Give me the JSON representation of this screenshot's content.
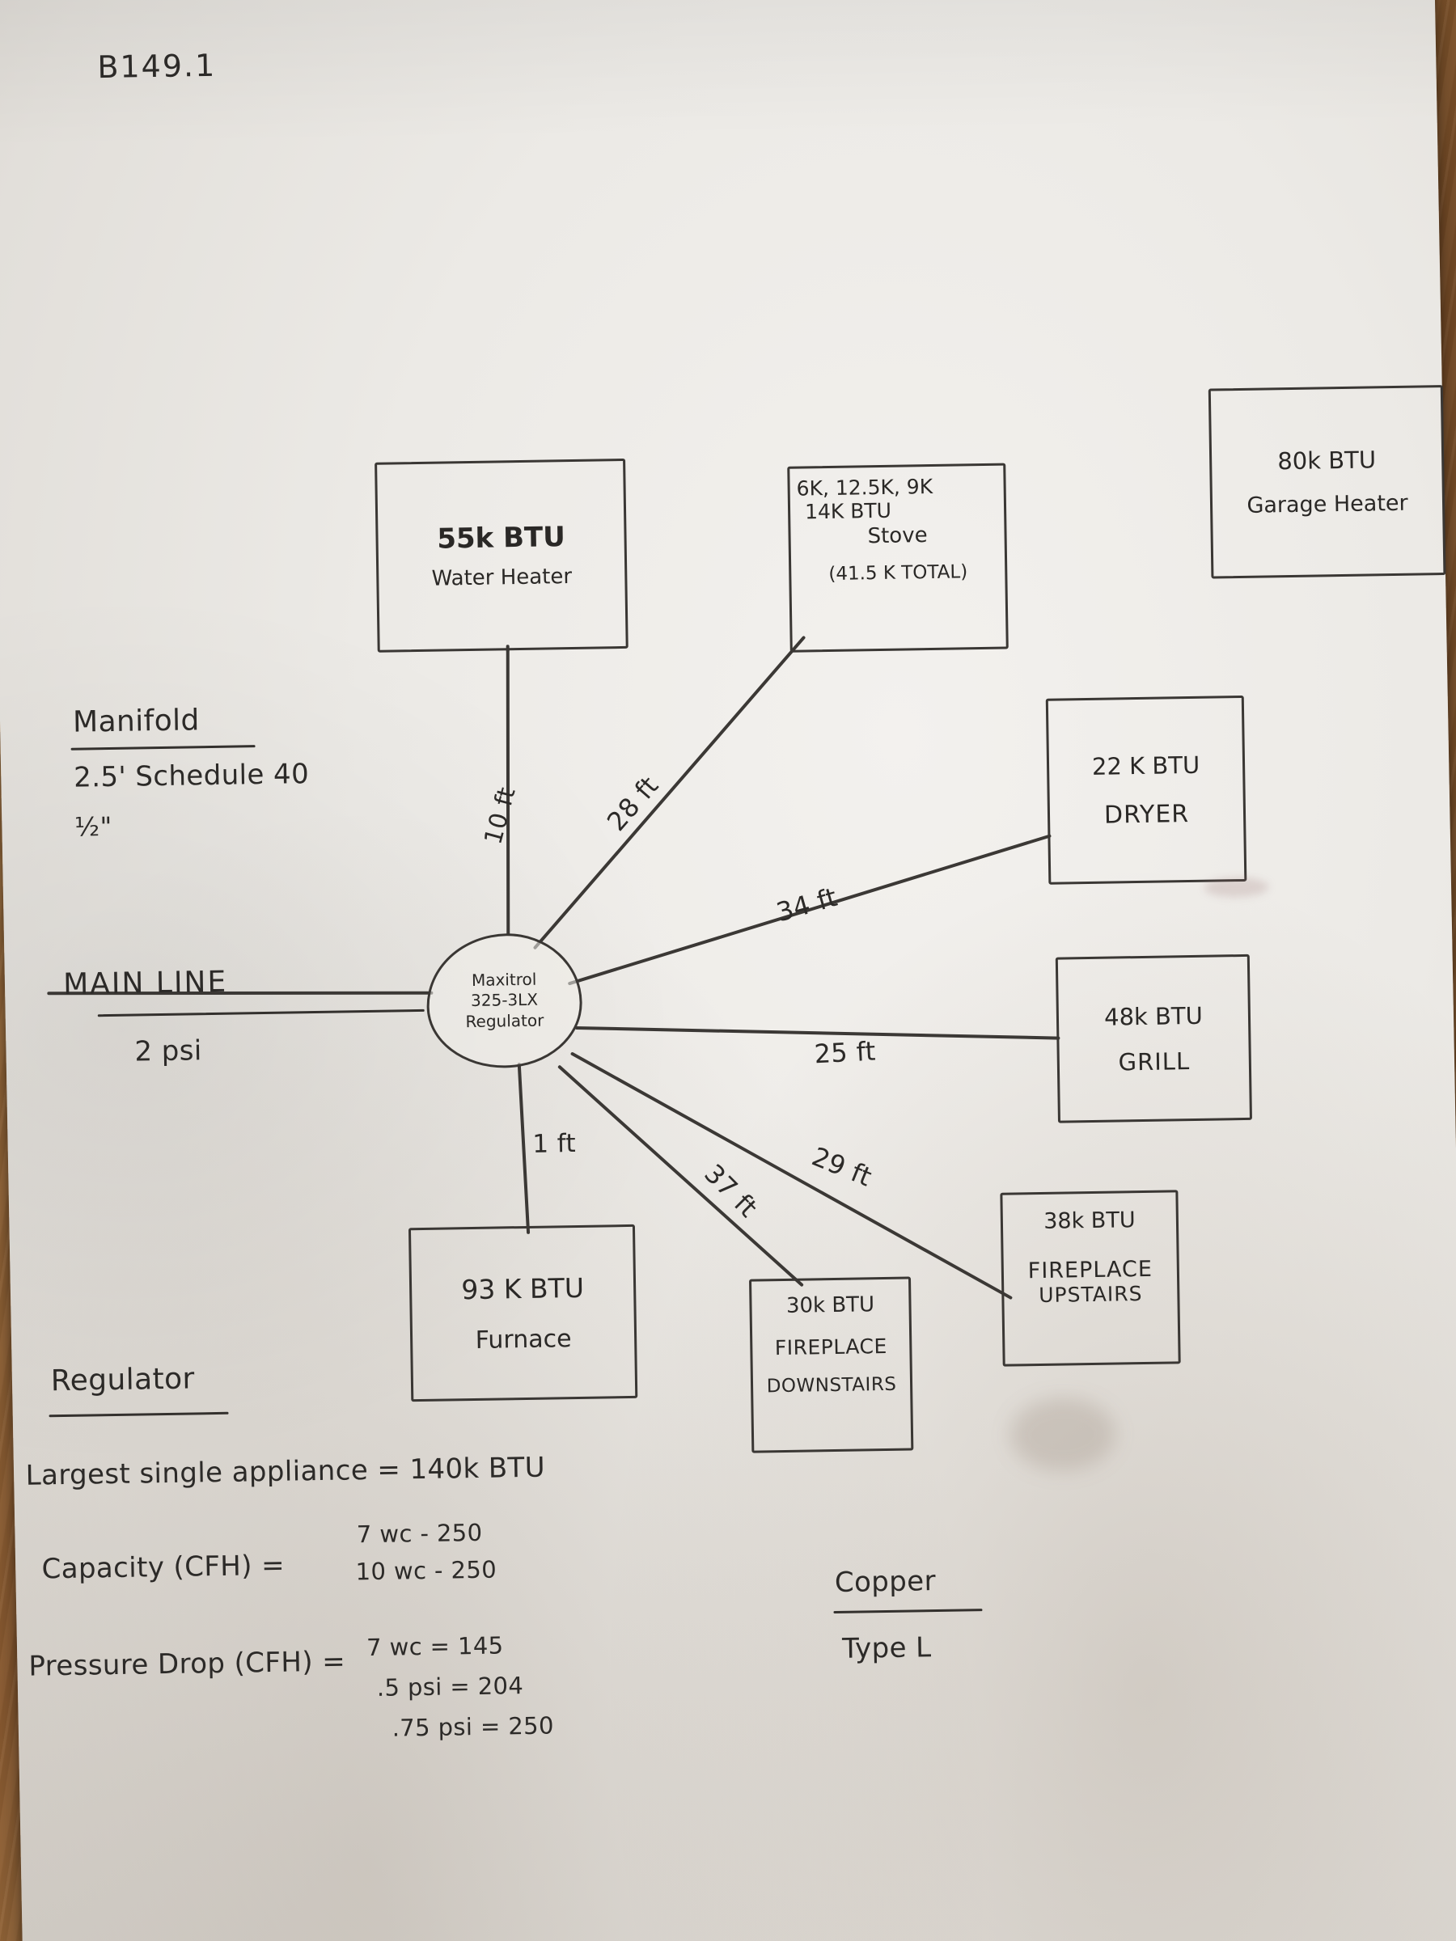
{
  "sheet": {
    "code_label": "B149.1"
  },
  "regulator_node": {
    "brand": "Maxitrol",
    "model": "325-3LX",
    "type": "Regulator"
  },
  "notes": {
    "manifold": {
      "heading": "Manifold",
      "line1": "2.5' Schedule 40",
      "line2": "½\""
    },
    "main_line": {
      "heading": "MAIN LINE",
      "value": "2 psi"
    },
    "regulator": {
      "heading": "Regulator",
      "largest_appliance": "Largest single appliance = 140k BTU",
      "capacity_label": "Capacity (CFH) =",
      "capacity_rows": [
        "7 wc - 250",
        "10 wc - 250"
      ],
      "pressure_drop_label": "Pressure Drop (CFH) =",
      "pressure_drop_rows": [
        "7 wc = 145",
        ".5 psi = 204",
        ".75 psi = 250"
      ]
    },
    "pipe_material": {
      "heading": "Copper",
      "value": "Type L"
    }
  },
  "appliances": [
    {
      "id": "water-heater",
      "lines": [
        "55k BTU",
        "Water Heater"
      ],
      "btu": "55k BTU",
      "name": "Water Heater",
      "run_length": "10 ft"
    },
    {
      "id": "stove",
      "lines": [
        "6K, 12.5K, 9K",
        "14K BTU",
        "Stove",
        "(41.5 K TOTAL)"
      ],
      "btu": "41.5 K TOTAL",
      "name": "Stove",
      "burners": "6K, 12.5K, 9K, 14K BTU",
      "run_length": "28 ft"
    },
    {
      "id": "dryer",
      "lines": [
        "22 K BTU",
        "DRYER"
      ],
      "btu": "22 K BTU",
      "name": "DRYER",
      "run_length": "34 ft"
    },
    {
      "id": "grill",
      "lines": [
        "48k BTU",
        "GRILL"
      ],
      "btu": "48k BTU",
      "name": "GRILL",
      "run_length": "25 ft"
    },
    {
      "id": "fireplace-upstairs",
      "lines": [
        "38k BTU",
        "FIREPLACE",
        "UPSTAIRS"
      ],
      "btu": "38k BTU",
      "name": "FIREPLACE UPSTAIRS",
      "run_length": "29 ft"
    },
    {
      "id": "fireplace-downstairs",
      "lines": [
        "30k BTU",
        "FIREPLACE",
        "DOWNSTAIRS"
      ],
      "btu": "30k BTU",
      "name": "FIREPLACE DOWNSTAIRS",
      "run_length": "37 ft"
    },
    {
      "id": "furnace",
      "lines": [
        "93 K BTU",
        "Furnace"
      ],
      "btu": "93 K BTU",
      "name": "Furnace",
      "run_length": "1 ft"
    },
    {
      "id": "garage-heater",
      "lines": [
        "80k BTU",
        "Garage Heater"
      ],
      "btu": "80k BTU",
      "name": "Garage Heater",
      "run_length": ""
    }
  ],
  "colors": {
    "ink": "#2c2a28",
    "paper": "#eceae6",
    "desk": "#96683a"
  }
}
